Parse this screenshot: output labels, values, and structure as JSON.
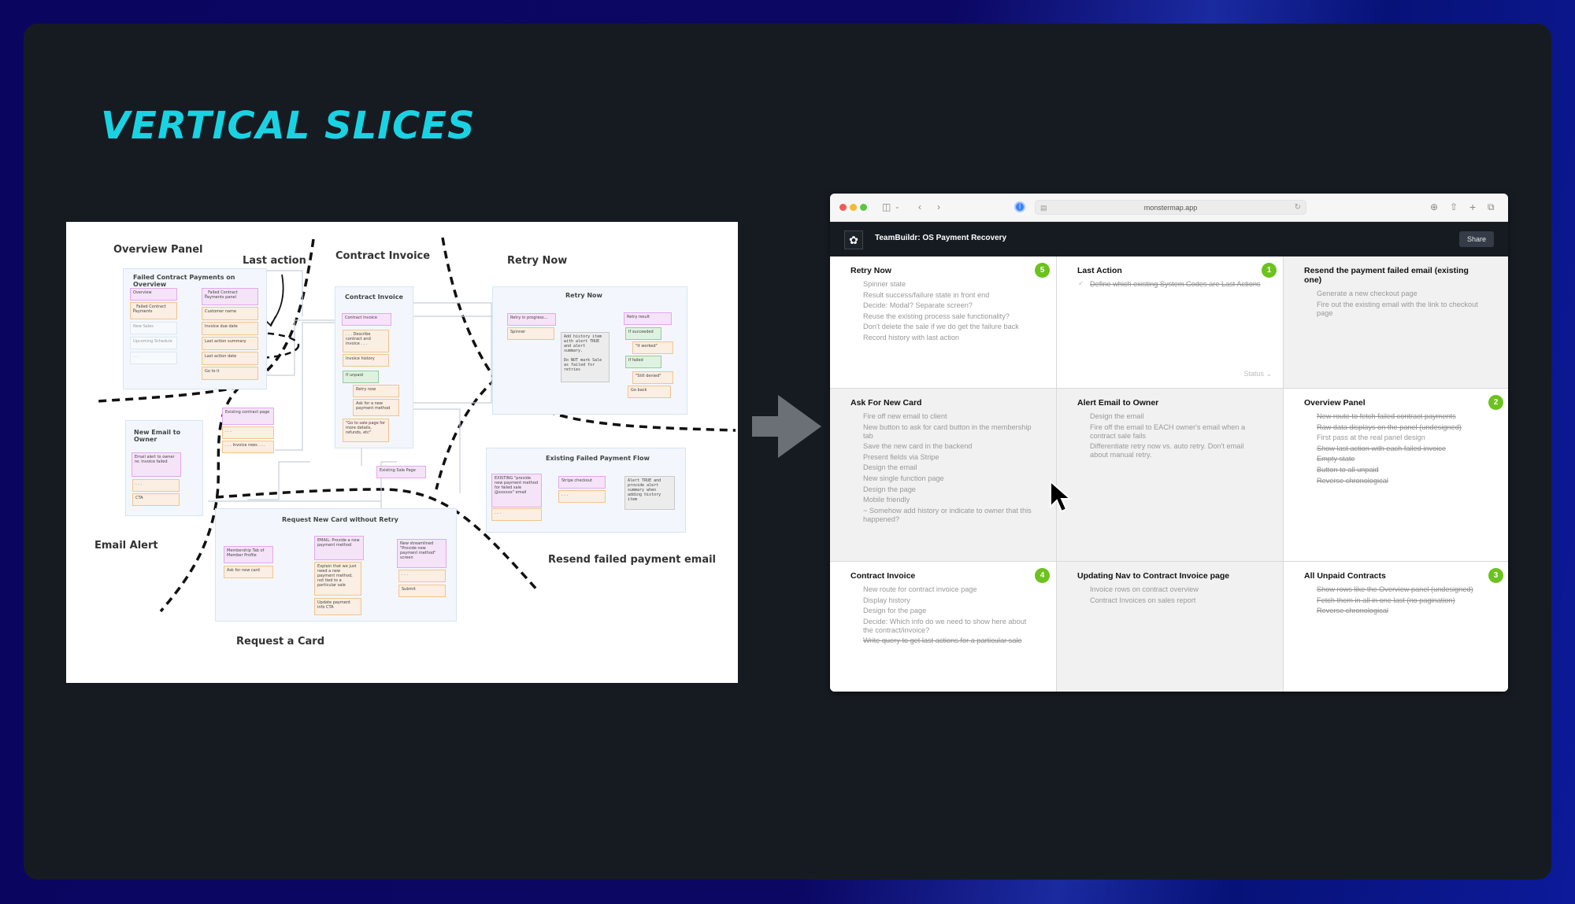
{
  "slide": {
    "title": "VERTICAL SLICES"
  },
  "whiteboard": {
    "section_labels": {
      "overview_panel": "Overview Panel",
      "last_action": "Last action",
      "contract_invoice": "Contract Invoice",
      "retry_now": "Retry Now",
      "email_alert": "Email Alert",
      "resend_failed_payment_email": "Resend failed payment email",
      "request_a_card": "Request a Card"
    },
    "frames": {
      "overview": {
        "title": "Failed Contract Payments on Overview",
        "nav_notes": [
          "Overview",
          "_ Failed Contract Payments",
          "New Sales",
          "Upcoming Schedule",
          ". . ."
        ],
        "panel_notes": [
          "_ Failed Contract Payments panel",
          "Customer name",
          "Invoice due date",
          "Last action summary",
          "Last action date",
          "Go to it"
        ]
      },
      "contract_invoice": {
        "title": "Contract Invoice",
        "notes": [
          "Contract Invoice",
          ". . . Describe contract and invoice . . .",
          "Invoice history",
          "If unpaid",
          "Retry now",
          "Ask for a new payment method",
          "\"Go to sale page for more details, refunds, etc\""
        ],
        "existing_sale_page": "Existing Sale Page"
      },
      "existing_contract": {
        "notes": [
          "Existing contract page",
          ". . .",
          ". . . Invoice rows . . ."
        ]
      },
      "retry_now": {
        "title": "Retry Now",
        "notes": [
          "Retry in progress...",
          "Spinner",
          "Add history item with alert TRUE and alert summary.\n\nDo NOT mark Sale as failed for retries",
          "Retry result",
          "If succeeded",
          "\"It worked\"",
          "If failed",
          "\"Still denied\"",
          "Go back"
        ]
      },
      "new_email": {
        "title": "New Email to Owner",
        "notes": [
          "Email alert to owner re: invoice failed",
          ". . .",
          "CTA"
        ]
      },
      "existing_failed_payment_flow": {
        "title": "Existing Failed Payment Flow",
        "notes": [
          "EXISTING \"provide new payment method for failed sale @xxxxxx\" email",
          ". . .",
          "Stripe checkout",
          ". . .",
          "Alert TRUE and provide alert summary when adding history item"
        ]
      },
      "request_new_card": {
        "title": "Request New Card without Retry",
        "notes": [
          "Membership Tab of Member Profile",
          "Ask for new card",
          "EMAIL: Provide a new payment method",
          "Explain that we just need a new payment method, not tied to a particular sale",
          "Update payment info CTA",
          "New streamlined \"Provide new payment method\" screen",
          ". . .",
          "Submit"
        ]
      }
    }
  },
  "browser": {
    "url": "monstermap.app",
    "app_title": "TeamBuildr: OS Payment Recovery",
    "share_label": "Share",
    "status_label": "Status",
    "cards": [
      {
        "title": "Retry Now",
        "badge": "5",
        "bg": "white",
        "tasks": [
          {
            "text": "Spinner state",
            "done": false
          },
          {
            "text": "Result success/failure state in front end",
            "done": false
          },
          {
            "text": "Decide: Modal? Separate screen?",
            "done": false
          },
          {
            "text": "Reuse the existing process sale functionality?",
            "done": false
          },
          {
            "text": "Don't delete the sale if we do get the failure back",
            "done": false
          },
          {
            "text": "Record history with last action",
            "done": false
          }
        ]
      },
      {
        "title": "Last Action",
        "badge": "1",
        "bg": "white",
        "has_status": true,
        "tasks": [
          {
            "text": "Define which existing System Codes are Last Actions",
            "done": true,
            "check": true
          }
        ]
      },
      {
        "title": "Resend the payment failed email (existing one)",
        "badge": null,
        "bg": "gray",
        "tasks": [
          {
            "text": "Generate a new checkout page",
            "done": false
          },
          {
            "text": "Fire out the existing email with the link to checkout page",
            "done": false
          }
        ]
      },
      {
        "title": "Ask For New Card",
        "badge": null,
        "bg": "gray",
        "tasks": [
          {
            "text": "Fire off new email to client",
            "done": false
          },
          {
            "text": "New button to ask for card button in the membership tab",
            "done": false
          },
          {
            "text": "Save the new card in the backend",
            "done": false
          },
          {
            "text": "Present fields via Stripe",
            "done": false
          },
          {
            "text": "Design the email",
            "done": false
          },
          {
            "text": "New single function page",
            "done": false
          },
          {
            "text": "Design the page",
            "done": false
          },
          {
            "text": "Mobile friendly",
            "done": false
          },
          {
            "text": "~ Somehow add history or indicate to owner that this happened?",
            "done": false
          }
        ]
      },
      {
        "title": "Alert Email to Owner",
        "badge": null,
        "bg": "gray",
        "tasks": [
          {
            "text": "Design the email",
            "done": false
          },
          {
            "text": "Fire off the email to EACH owner's email when a contract sale fails",
            "done": false
          },
          {
            "text": "Differentiate retry now vs. auto retry. Don't email about manual retry.",
            "done": false
          }
        ]
      },
      {
        "title": "Overview Panel",
        "badge": "2",
        "bg": "white",
        "tasks": [
          {
            "text": "New route to fetch failed contract payments",
            "done": true
          },
          {
            "text": "Raw data displays on the panel (undesigned)",
            "done": true
          },
          {
            "text": "First pass at the real panel design",
            "done": false
          },
          {
            "text": "Show last action with each failed invoice",
            "done": true
          },
          {
            "text": "Empty state",
            "done": true
          },
          {
            "text": "Button to all unpaid",
            "done": true
          },
          {
            "text": "Reverse chronological",
            "done": true
          }
        ]
      },
      {
        "title": "Contract Invoice",
        "badge": "4",
        "bg": "white",
        "tasks": [
          {
            "text": "New route for contract invoice page",
            "done": false
          },
          {
            "text": "Display history",
            "done": false
          },
          {
            "text": "Design for the page",
            "done": false
          },
          {
            "text": "Decide: Which info do we need to show here about the contract/invoice?",
            "done": false
          },
          {
            "text": "Write query to get last actions for a particular sale",
            "done": true
          }
        ]
      },
      {
        "title": "Updating Nav to Contract Invoice page",
        "badge": null,
        "bg": "gray",
        "tasks": [
          {
            "text": "Invoice rows on contract overview",
            "done": false
          },
          {
            "text": "Contract Invoices on sales report",
            "done": false
          }
        ]
      },
      {
        "title": "All Unpaid Contracts",
        "badge": "3",
        "bg": "white",
        "tasks": [
          {
            "text": "Show rows like the Overview panel (undesigned)",
            "done": true
          },
          {
            "text": "Fetch them in all in one last (no pagination)",
            "done": true
          },
          {
            "text": "Reverse chronological",
            "done": true
          }
        ]
      }
    ]
  },
  "colors": {
    "title_cyan": "#19d3e3",
    "badge_green": "#6cc21e",
    "slide_bg": "#161b22"
  }
}
